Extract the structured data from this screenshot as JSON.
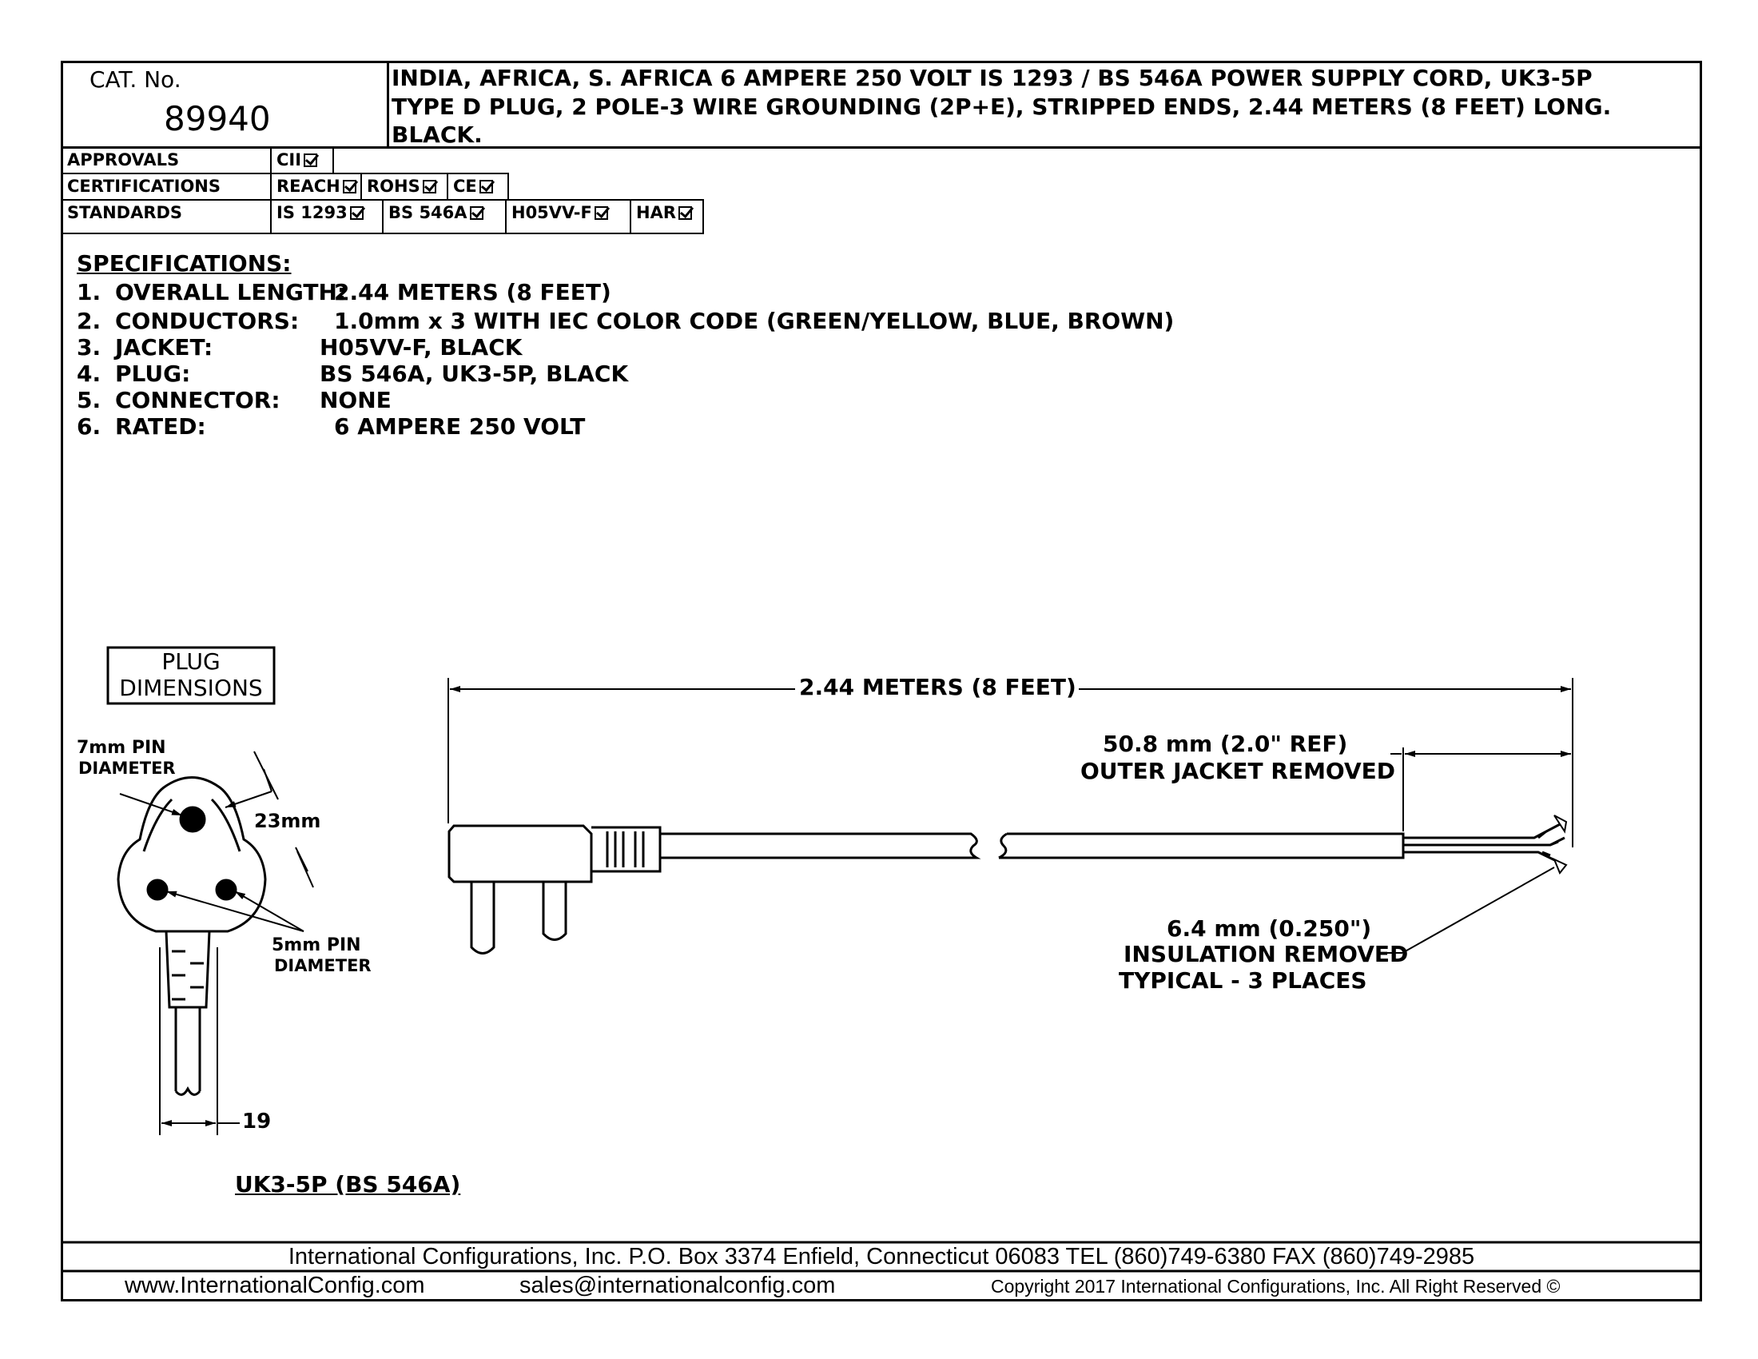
{
  "header": {
    "cat_label": "CAT. No.",
    "cat_number": "89940",
    "description_lines": [
      "INDIA, AFRICA, S. AFRICA 6 AMPERE 250 VOLT IS 1293 / BS 546A POWER SUPPLY CORD, UK3-5P",
      "TYPE D PLUG, 2 POLE-3 WIRE GROUNDING (2P+E), STRIPPED ENDS, 2.44 METERS (8 FEET) LONG.",
      "BLACK."
    ]
  },
  "approvals": {
    "approvals_label": "APPROVALS",
    "approvals_items": [
      "CII"
    ],
    "certifications_label": "CERTIFICATIONS",
    "certifications_items": [
      "REACH",
      "ROHS",
      "CE"
    ],
    "standards_label": "STANDARDS",
    "standards_items": [
      "IS 1293",
      "BS 546A",
      "H05VV-F",
      "HAR"
    ]
  },
  "specifications": {
    "heading": "SPECIFICATIONS:",
    "items": [
      {
        "num": "1.",
        "label": "OVERALL LENGTH:",
        "value": "2.44 METERS (8 FEET)"
      },
      {
        "num": "2.",
        "label": "CONDUCTORS:",
        "value": "1.0mm x 3 WITH IEC COLOR CODE (GREEN/YELLOW, BLUE, BROWN)"
      },
      {
        "num": "3.",
        "label": "JACKET:",
        "value": "H05VV-F, BLACK"
      },
      {
        "num": "4.",
        "label": "PLUG:",
        "value": "BS 546A, UK3-5P, BLACK"
      },
      {
        "num": "5.",
        "label": "CONNECTOR:",
        "value": "NONE"
      },
      {
        "num": "6.",
        "label": "RATED:",
        "value": "6 AMPERE 250 VOLT"
      }
    ]
  },
  "plug_dimensions": {
    "box_line1": "PLUG",
    "box_line2": "DIMENSIONS",
    "pin7_line1": "7mm PIN",
    "pin7_line2": "DIAMETER",
    "dim_23": "23mm",
    "pin5_line1": "5mm PIN",
    "pin5_line2": "DIAMETER",
    "dim_19": "19",
    "caption": "UK3-5P (BS 546A)"
  },
  "cord_drawing": {
    "overall_length": "2.44 METERS (8 FEET)",
    "jacket_removed_line1": "50.8 mm (2.0\" REF)",
    "jacket_removed_line2": "OUTER JACKET REMOVED",
    "insulation_line1": "6.4 mm (0.250\")",
    "insulation_line2": "INSULATION REMOVED",
    "insulation_line3": "TYPICAL - 3 PLACES"
  },
  "footer": {
    "company_line": "International Configurations, Inc.   P.O. Box 3374   Enfield, Connecticut 06083   TEL (860)749-6380   FAX (860)749-2985",
    "website": "www.InternationalConfig.com",
    "email": "sales@internationalconfig.com",
    "copyright": "Copyright 2017 International Configurations, Inc. All Right Reserved ©"
  }
}
